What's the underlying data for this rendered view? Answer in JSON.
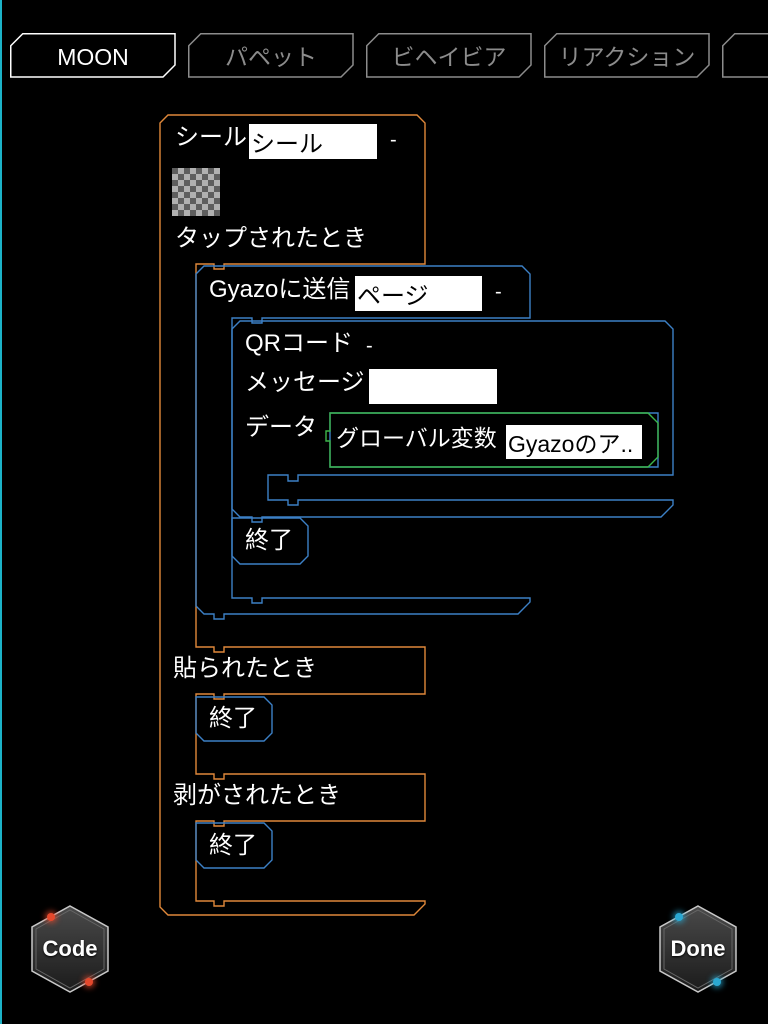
{
  "colors": {
    "background": "#000000",
    "accent_edge": "#1cb3c8",
    "event_block": "#e0883a",
    "action_block": "#3c80c6",
    "variable_block": "#3cb54a",
    "tab_selected": "#ffffff",
    "tab_inactive": "#8c8c8c",
    "code_indicator": "#e5482c",
    "done_indicator": "#2aa8d2"
  },
  "tabs": [
    {
      "label": "MOON",
      "selected": true
    },
    {
      "label": "パペット",
      "selected": false
    },
    {
      "label": "ビヘイビア",
      "selected": false
    },
    {
      "label": "リアクション",
      "selected": false
    }
  ],
  "seal_block": {
    "label": "シール",
    "name_input": "シール",
    "collapse_label": "-",
    "thumbnail_icon": "transparent-image-thumbnail",
    "on_tap": {
      "label": "タップされたとき",
      "send_to_gyazo": {
        "label": "Gyazoに送信",
        "target_input": "ページ",
        "collapse_label": "-",
        "qr_code": {
          "label": "QRコード",
          "collapse_label": "-",
          "message_label": "メッセージ",
          "message_input": "",
          "data_label": "データ",
          "data_value": {
            "label": "グローバル変数",
            "variable_input": "Gyazoのア.."
          }
        },
        "end_label": "終了"
      }
    },
    "on_stick": {
      "label": "貼られたとき",
      "end_label": "終了"
    },
    "on_peel": {
      "label": "剥がされたとき",
      "end_label": "終了"
    }
  },
  "buttons": {
    "code_label": "Code",
    "done_label": "Done"
  }
}
